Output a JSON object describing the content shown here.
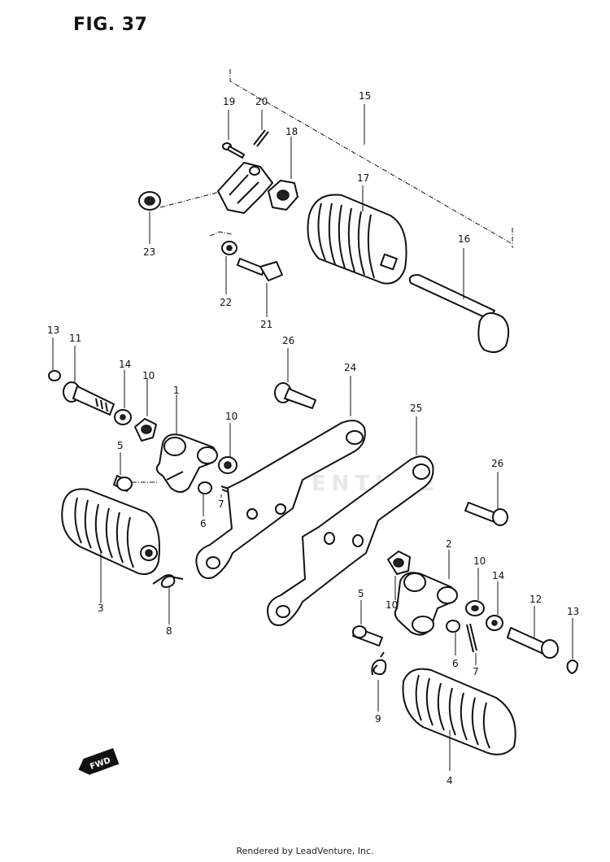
{
  "figure": {
    "title": "FIG. 37"
  },
  "footer": {
    "text": "Rendered by LeadVenture, Inc."
  },
  "watermark": {
    "text": "ADVENTURE"
  },
  "fwd_badge": {
    "text": "FWD"
  },
  "callouts": {
    "c1": "1",
    "c2": "2",
    "c3": "3",
    "c4": "4",
    "c5a": "5",
    "c5b": "5",
    "c6a": "6",
    "c6b": "6",
    "c7a": "7",
    "c7b": "7",
    "c8": "8",
    "c9": "9",
    "c10a": "10",
    "c10b": "10",
    "c10c": "10",
    "c10d": "10",
    "c11": "11",
    "c12": "12",
    "c13a": "13",
    "c13b": "13",
    "c14a": "14",
    "c14b": "14",
    "c15": "15",
    "c16": "16",
    "c17": "17",
    "c18": "18",
    "c19": "19",
    "c20": "20",
    "c21": "21",
    "c22": "22",
    "c23": "23",
    "c24": "24",
    "c25": "25",
    "c26a": "26",
    "c26b": "26"
  }
}
